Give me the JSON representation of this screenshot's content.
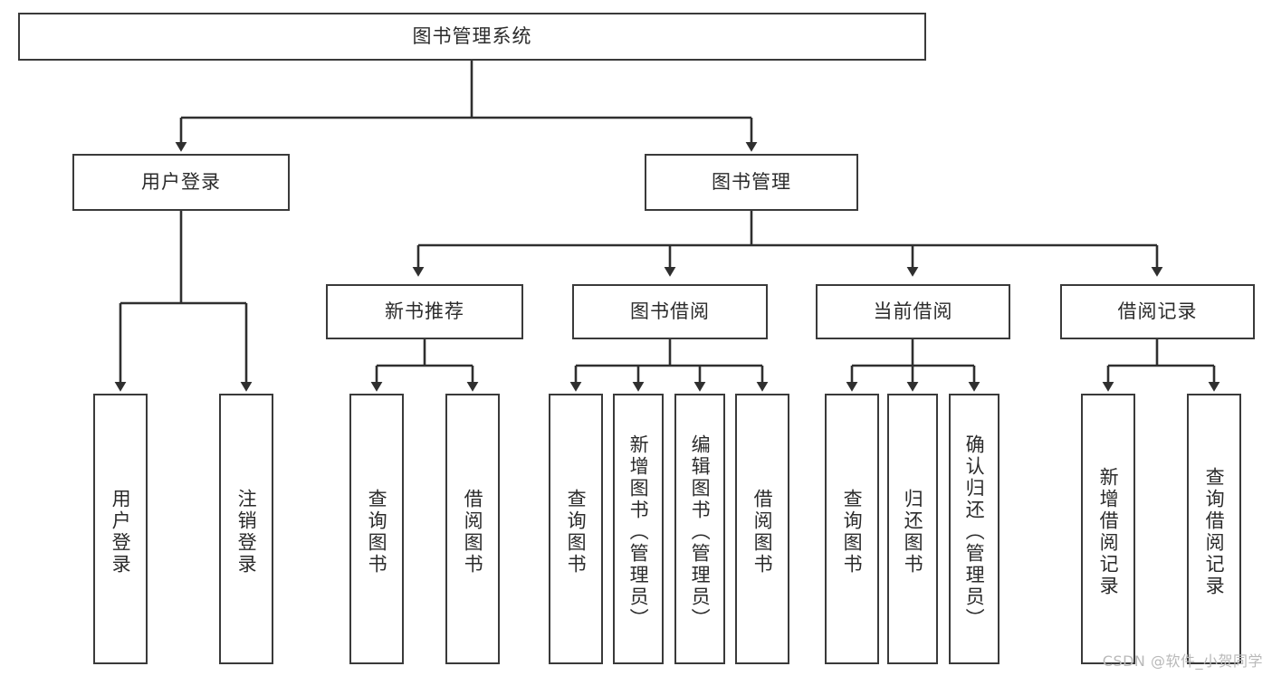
{
  "diagram": {
    "title": "图书管理系统",
    "type": "hierarchy-tree",
    "levels": 4,
    "root": {
      "label": "图书管理系统"
    },
    "level2": [
      {
        "label": "用户登录"
      },
      {
        "label": "图书管理"
      }
    ],
    "level3": [
      {
        "label": "新书推荐"
      },
      {
        "label": "图书借阅"
      },
      {
        "label": "当前借阅"
      },
      {
        "label": "借阅记录"
      }
    ],
    "leaves": {
      "user_login": [
        {
          "label": "用户登录"
        },
        {
          "label": "注销登录"
        }
      ],
      "new_book_recommend": [
        {
          "label": "查询图书"
        },
        {
          "label": "借阅图书"
        }
      ],
      "book_borrow": [
        {
          "label": "查询图书"
        },
        {
          "label": "新增图书（管理员）"
        },
        {
          "label": "编辑图书（管理员）"
        },
        {
          "label": "借阅图书"
        }
      ],
      "current_borrow": [
        {
          "label": "查询图书"
        },
        {
          "label": "归还图书"
        },
        {
          "label": "确认归还（管理员）"
        }
      ],
      "borrow_record": [
        {
          "label": "新增借阅记录"
        },
        {
          "label": "查询借阅记录"
        }
      ]
    }
  },
  "watermark": {
    "text": "CSDN @软件_小贺同学"
  },
  "colors": {
    "border": "#3a3a3a",
    "text": "#2b2b2b",
    "background": "#ffffff",
    "watermark": "#b9b9b9"
  }
}
